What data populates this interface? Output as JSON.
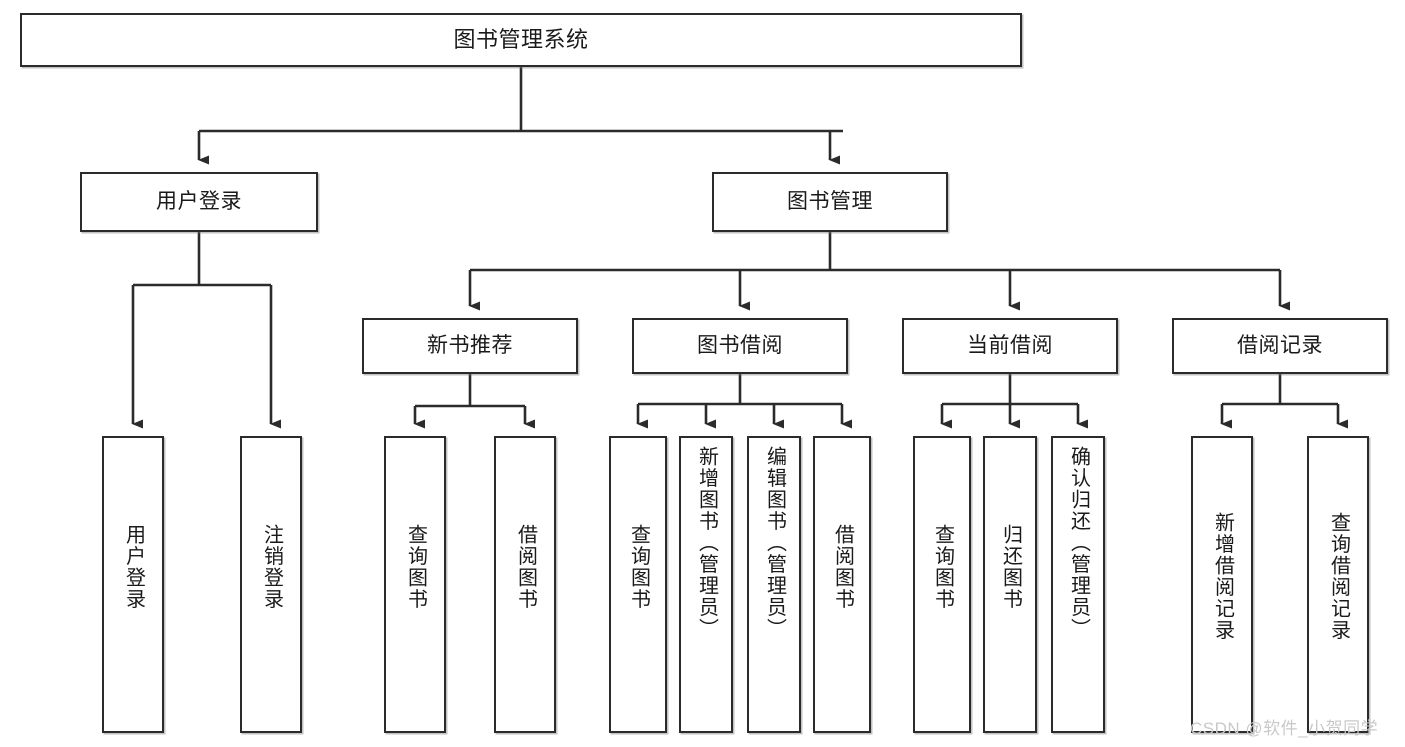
{
  "diagram": {
    "title": "图书管理系统",
    "type": "功能结构图",
    "watermark": "CSDN @软件_小贺同学",
    "colors": {
      "box_border": "#2b2b2b",
      "box_fill": "#ffffff",
      "connector": "#2b2b2b",
      "text": "#1a1a1a",
      "watermark": "#c9c9c9",
      "background": "#ffffff"
    },
    "root": {
      "label": "图书管理系统"
    },
    "level2": [
      {
        "label": "用户登录"
      },
      {
        "label": "图书管理"
      }
    ],
    "level3": [
      {
        "label": "新书推荐"
      },
      {
        "label": "图书借阅"
      },
      {
        "label": "当前借阅"
      },
      {
        "label": "借阅记录"
      }
    ],
    "leaves": {
      "user_login": [
        {
          "label": "用户登录"
        },
        {
          "label": "注销登录"
        }
      ],
      "new_book_recommend": [
        {
          "label": "查询图书"
        },
        {
          "label": "借阅图书"
        }
      ],
      "book_borrow": [
        {
          "label": "查询图书"
        },
        {
          "label": "新增图书（管理员）"
        },
        {
          "label": "编辑图书（管理员）"
        },
        {
          "label": "借阅图书"
        }
      ],
      "current_borrow": [
        {
          "label": "查询图书"
        },
        {
          "label": "归还图书"
        },
        {
          "label": "确认归还（管理员）"
        }
      ],
      "borrow_record": [
        {
          "label": "新增借阅记录"
        },
        {
          "label": "查询借阅记录"
        }
      ]
    }
  }
}
